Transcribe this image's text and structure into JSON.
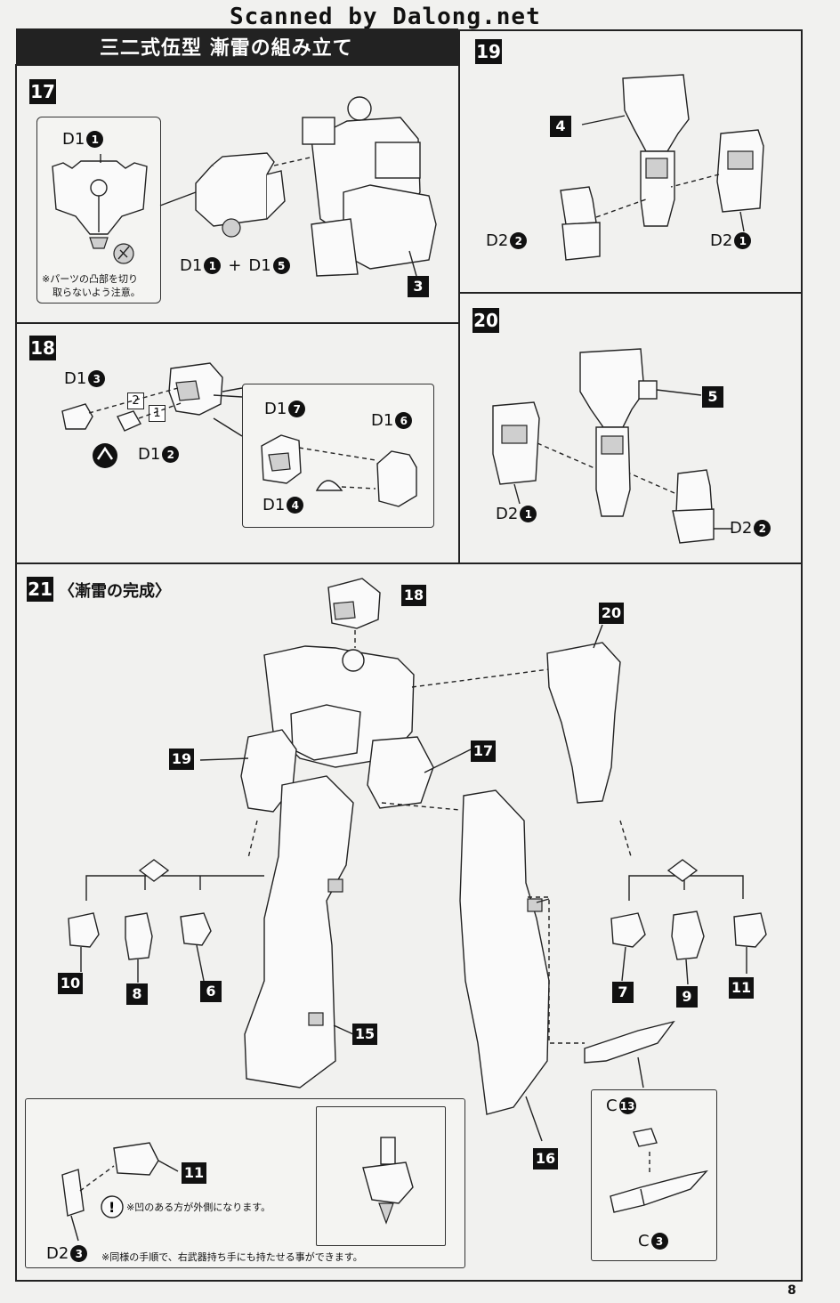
{
  "watermark": "Scanned by Dalong.net",
  "header_title": "三二式伍型 漸雷の組み立て",
  "page_number": "8",
  "step17": {
    "number": "17",
    "inset_part": "D1",
    "inset_part_num": "1",
    "note_line1": "※パーツの凸部を切り",
    "note_line2": "取らないよう注意。",
    "combo_a": "D1",
    "combo_a_num": "1",
    "plus": "+",
    "combo_b": "D1",
    "combo_b_num": "5",
    "callout": "3"
  },
  "step18": {
    "number": "18",
    "part_a": "D1",
    "part_a_num": "3",
    "part_b": "D1",
    "part_b_num": "2",
    "order1": "1",
    "order2": "2",
    "part_c": "D1",
    "part_c_num": "7",
    "part_d": "D1",
    "part_d_num": "6",
    "part_e": "D1",
    "part_e_num": "4"
  },
  "step19": {
    "number": "19",
    "callout": "4",
    "part_left": "D2",
    "part_left_num": "2",
    "part_right": "D2",
    "part_right_num": "1"
  },
  "step20": {
    "number": "20",
    "callout": "5",
    "part_left": "D2",
    "part_left_num": "1",
    "part_right": "D2",
    "part_right_num": "2"
  },
  "step21": {
    "number": "21",
    "title": "〈漸雷の完成〉",
    "callouts": {
      "head": "18",
      "left_arm": "19",
      "body": "17",
      "right_arm": "20",
      "left_leg": "15",
      "right_leg": "16",
      "hand_l1": "10",
      "hand_l2": "8",
      "hand_l3": "6",
      "hand_r1": "7",
      "hand_r2": "9",
      "hand_r3": "11",
      "inset_hand": "11"
    },
    "knife_parts": {
      "top": "C",
      "top_num": "13",
      "bottom": "C",
      "bottom_num": "3"
    },
    "inset_part": "D2",
    "inset_part_num": "3",
    "note_outer": "※凹のある方が外側になります。",
    "note_same": "※同様の手順で、右武器持ち手にも持たせる事ができます。"
  }
}
